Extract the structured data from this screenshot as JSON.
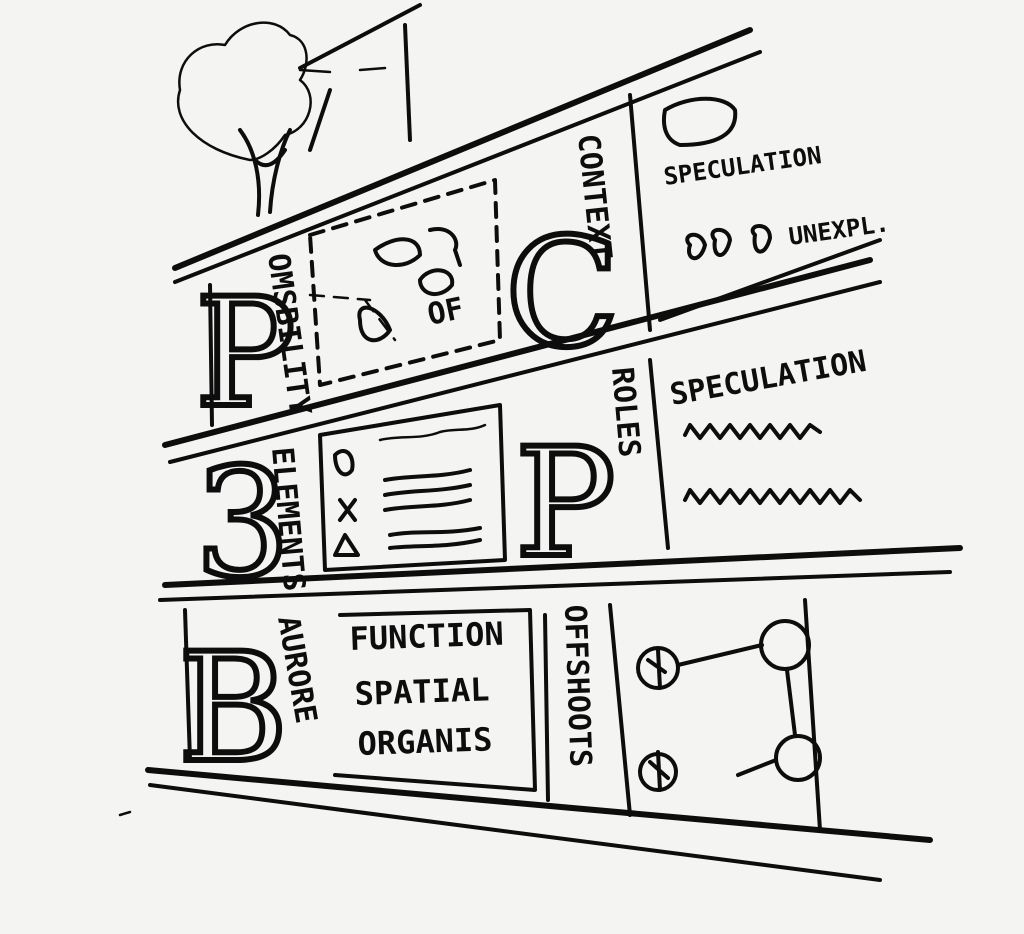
{
  "drawing": {
    "top_tier": {
      "letter_p": "P",
      "letter_c": "C",
      "vertical_label_left": "OMSBILITY",
      "vertical_label_context": "CONTEXT",
      "dashed_panel_label": "OF",
      "right_panel": {
        "line1": "SPECULATION",
        "line2": "UNEXPL."
      }
    },
    "middle_tier": {
      "numeral_3": "3",
      "letter_p": "P",
      "vertical_label_left": "ELEMENTS",
      "vertical_label_roles": "ROLES",
      "right_panel": {
        "line1": "SPECULATION"
      }
    },
    "bottom_tier": {
      "letter_b": "B",
      "vertical_label_left": "AURORE",
      "center_panel": {
        "line1": "FUNCTION",
        "line2": "SPATIAL",
        "line3": "ORGANIS"
      },
      "vertical_label_offshoots": "OFFSHOOTS"
    }
  },
  "colors": {
    "ink": "#0d0d0d",
    "paper": "#f4f4f2"
  }
}
